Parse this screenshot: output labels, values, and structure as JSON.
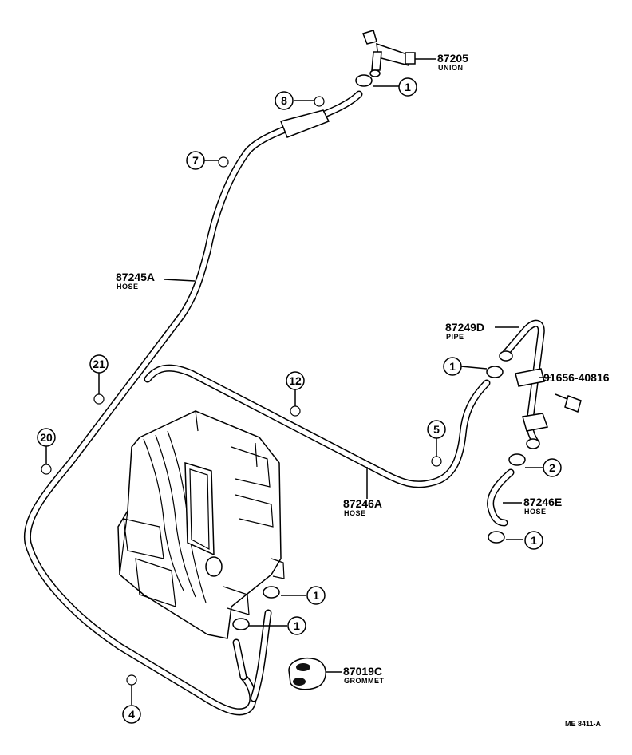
{
  "parts": [
    {
      "number": "87205",
      "desc": "UNION"
    },
    {
      "number": "87245A",
      "desc": "HOSE"
    },
    {
      "number": "87249D",
      "desc": "PIPE"
    },
    {
      "number": "91656-40816",
      "desc": ""
    },
    {
      "number": "87246A",
      "desc": "HOSE"
    },
    {
      "number": "87246E",
      "desc": "HOSE"
    },
    {
      "number": "87019C",
      "desc": "GROMMET"
    }
  ],
  "callouts": [
    "1",
    "1",
    "1",
    "1",
    "1",
    "2",
    "4",
    "5",
    "7",
    "8",
    "12",
    "20",
    "21"
  ],
  "reference": "ME 8411-A"
}
